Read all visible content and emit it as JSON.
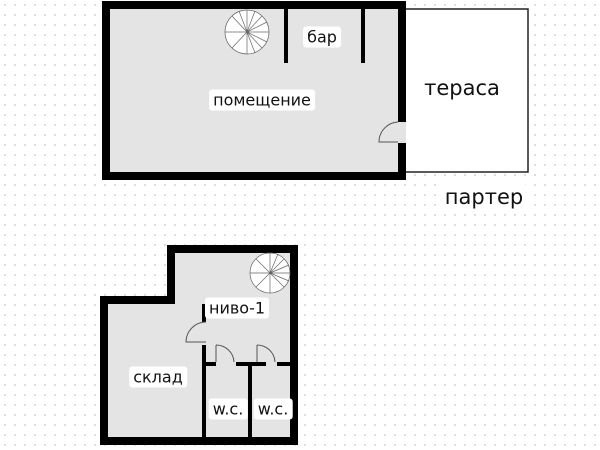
{
  "ground_floor": {
    "title": "партер",
    "rooms": {
      "main": "помещение",
      "bar": "бар",
      "terrace": "тераса"
    }
  },
  "level_minus_1": {
    "title": "ниво-1",
    "rooms": {
      "storage": "склад",
      "wc1": "w.c.",
      "wc2": "w.c."
    }
  },
  "colors": {
    "wall": "#000000",
    "floor": "#e4e4e4",
    "terrace": "#ffffff"
  }
}
